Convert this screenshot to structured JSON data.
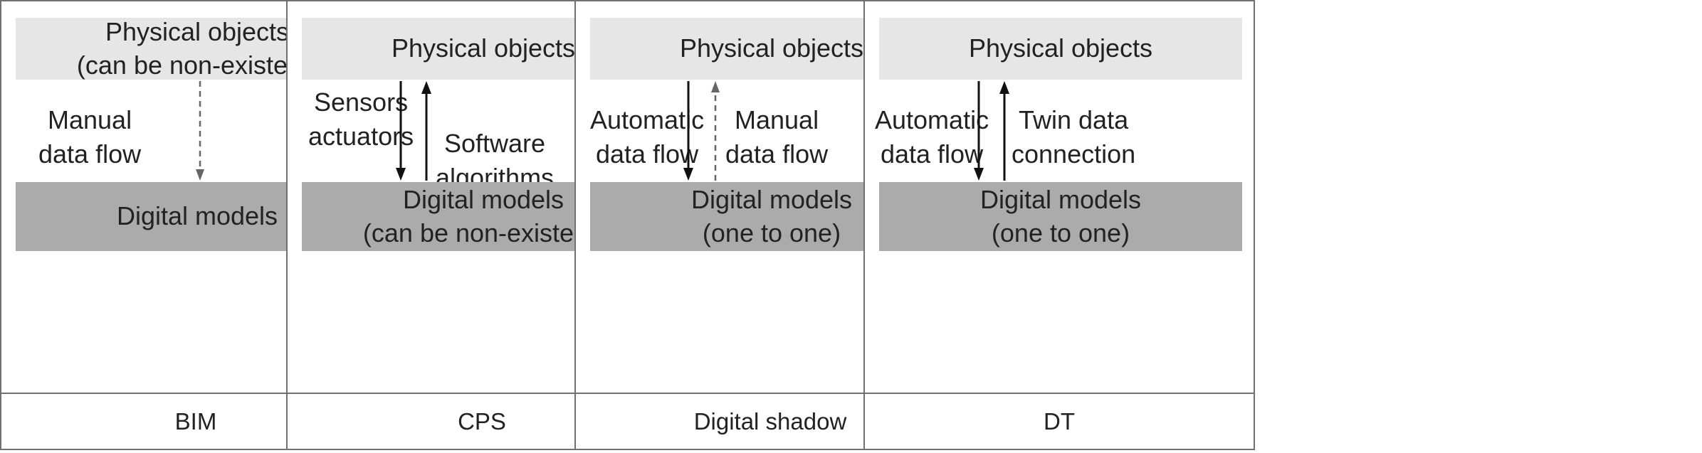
{
  "panels": [
    {
      "caption": "BIM",
      "top_box": [
        "Physical objects",
        "(can be non-existent)"
      ],
      "bottom_box": [
        "Digital models"
      ],
      "left_label": [
        "Manual",
        "data flow"
      ],
      "right_label": []
    },
    {
      "caption": "CPS",
      "top_box": [
        "Physical objects"
      ],
      "bottom_box": [
        "Digital models",
        "(can be non-existent)"
      ],
      "left_label": [
        "Sensors",
        "actuators"
      ],
      "right_label": [
        "Software",
        "algorithms"
      ]
    },
    {
      "caption": "Digital shadow",
      "top_box": [
        "Physical objects"
      ],
      "bottom_box": [
        "Digital models",
        "(one to one)"
      ],
      "left_label": [
        "Automatic",
        "data flow"
      ],
      "right_label": [
        "Manual",
        "data flow"
      ]
    },
    {
      "caption": "DT",
      "top_box": [
        "Physical objects"
      ],
      "bottom_box": [
        "Digital models",
        "(one to one)"
      ],
      "left_label": [
        "Automatic",
        "data flow"
      ],
      "right_label": [
        "Twin data",
        "connection"
      ]
    }
  ],
  "arrows": [
    {
      "panel": 0,
      "direction": "down",
      "style": "dashed"
    },
    {
      "panel": 1,
      "direction": "down",
      "style": "solid"
    },
    {
      "panel": 1,
      "direction": "up",
      "style": "solid"
    },
    {
      "panel": 2,
      "direction": "down",
      "style": "solid"
    },
    {
      "panel": 2,
      "direction": "up",
      "style": "dashed"
    },
    {
      "panel": 3,
      "direction": "down",
      "style": "solid"
    },
    {
      "panel": 3,
      "direction": "up",
      "style": "solid"
    }
  ],
  "colors": {
    "border": "#707070",
    "light_box": "#e6e6e6",
    "dark_box": "#ababab",
    "text": "#222222",
    "solid_arrow": "#111111",
    "dashed_arrow": "#666666"
  }
}
